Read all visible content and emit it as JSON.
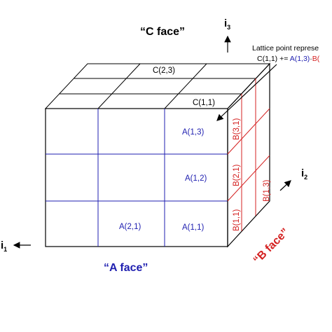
{
  "faces": {
    "c_face": "“C face”",
    "a_face": "“A face”",
    "b_face": "“B face”"
  },
  "annotation": {
    "line1": "Lattice point represe",
    "line2_prefix": "C(1,1) += ",
    "line2_a": "A(1,3)",
    "line2_dot": "·",
    "line2_b": "B("
  },
  "top_cells": {
    "c23": "C(2,3)",
    "c11": "C(1,1)"
  },
  "front_cells": {
    "a13": "A(1,3)",
    "a12": "A(1,2)",
    "a21": "A(2,1)",
    "a11": "A(1,1)"
  },
  "side_cells": {
    "b31": "B(3,1)",
    "b21": "B(2,1)",
    "b11": "B(1,1)",
    "b13": "B(1,3)"
  },
  "axes": {
    "i1": "i",
    "i1_sub": "1",
    "i2": "i",
    "i2_sub": "2",
    "i3": "i",
    "i3_sub": "3"
  },
  "colors": {
    "a_color": "#1f1fb0",
    "b_color": "#d42020",
    "line_color": "#000000"
  }
}
